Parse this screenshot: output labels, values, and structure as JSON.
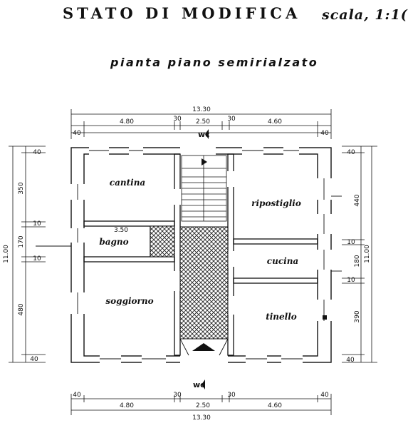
{
  "header": {
    "title_part1": "STATO DI",
    "title_part2": "MODIFICA",
    "scale": "scala, 1:1(",
    "subtitle": "pianta piano semirialzato"
  },
  "rooms": {
    "cantina": "cantina",
    "bagno": "bagno",
    "soggiorno": "soggiorno",
    "ripostiglio": "ripostiglio",
    "cucina": "cucina",
    "tinello": "tinello"
  },
  "markers": {
    "wc_top": "wc",
    "wc_bottom": "wc"
  },
  "dimensions": {
    "top": {
      "total": "13.30",
      "seg1": "4.80",
      "seg2": "30",
      "seg3": "2.50",
      "seg4": "30",
      "seg5": "4.60",
      "wall_left": "40",
      "wall_right": "40"
    },
    "bottom": {
      "total": "13.30",
      "seg1": "4.80",
      "seg2": "30",
      "seg3": "2.50",
      "seg4": "30",
      "seg5": "4.60",
      "wall_left": "40",
      "wall_right": "40"
    },
    "left": {
      "total": "11.00",
      "w1": "40",
      "s1": "350",
      "w2": "10",
      "s2": "170",
      "w3": "10",
      "s3": "480",
      "w4": "40"
    },
    "right": {
      "total": "11.00",
      "w1": "40",
      "s1": "440",
      "w2": "10",
      "s2": "180",
      "w3": "10",
      "s3": "390",
      "w4": "40"
    },
    "bagno_width": "3.50"
  }
}
